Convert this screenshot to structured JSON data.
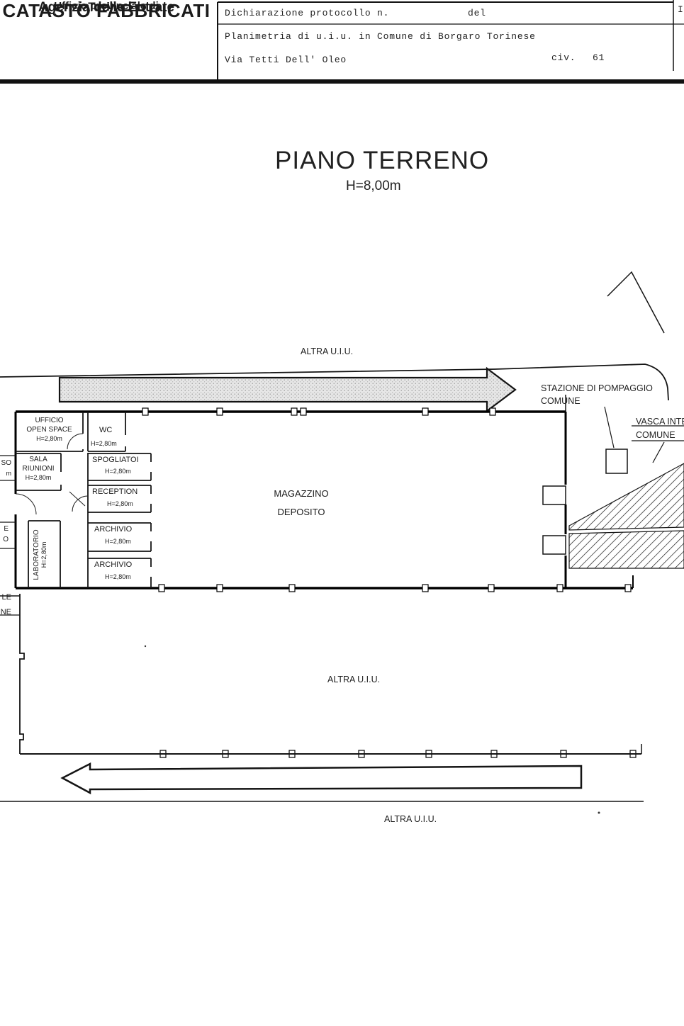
{
  "header": {
    "agency_line1": "Agenzia delle Entrate",
    "agency_line2": "CATASTO FABBRICATI",
    "agency_line3": "Ufficio provinciale di",
    "agency_line4": "Torino",
    "protocol_label": "Dichiarazione protocollo n.",
    "protocol_del": "del",
    "planimetria_line": "Planimetria di u.i.u. in Comune di Borgaro Torinese",
    "address": "Via Tetti Dell' Oleo",
    "civ_label": "civ.",
    "civ_value": "61",
    "edge_fragment": "I"
  },
  "title": {
    "main": "PIANO TERRENO",
    "height": "H=8,00m"
  },
  "plan": {
    "altra_uiu_top": "ALTRA U.I.U.",
    "altra_uiu_middle": "ALTRA U.I.U.",
    "altra_uiu_bottom": "ALTRA U.I.U.",
    "stazione_pompaggio_line1": "STAZIONE DI POMPAGGIO",
    "stazione_pompaggio_line2": "COMUNE",
    "vasca_line1": "VASCA INTE",
    "vasca_line2": "COMUNE",
    "magazzino": "MAGAZZINO",
    "deposito": "DEPOSITO",
    "rooms": {
      "ufficio": {
        "l1": "UFFICIO",
        "l2": "OPEN SPACE",
        "h": "H=2,80m"
      },
      "wc": {
        "l1": "WC",
        "h": "H=2,80m"
      },
      "sala": {
        "l1": "SALA",
        "l2": "RIUNIONI",
        "h": "H=2,80m"
      },
      "spogliatoi": {
        "l1": "SPOGLIATOI",
        "h": "H=2,80m"
      },
      "reception": {
        "l1": "RECEPTION",
        "h": "H=2,80m"
      },
      "archivio1": {
        "l1": "ARCHIVIO",
        "h": "H=2,80m"
      },
      "archivio2": {
        "l1": "ARCHIVIO",
        "h": "H=2,80m"
      },
      "laboratorio": {
        "l1": "LABORATORIO",
        "h": "H=2,80m"
      }
    },
    "edge_fragments": {
      "f1": "SO",
      "f2": "m",
      "f3": "E",
      "f4": "O",
      "f5": "LE",
      "f6": "NE"
    }
  },
  "colors": {
    "ink": "#1b1b1b",
    "arrow_fill": "#e6e6e6"
  }
}
